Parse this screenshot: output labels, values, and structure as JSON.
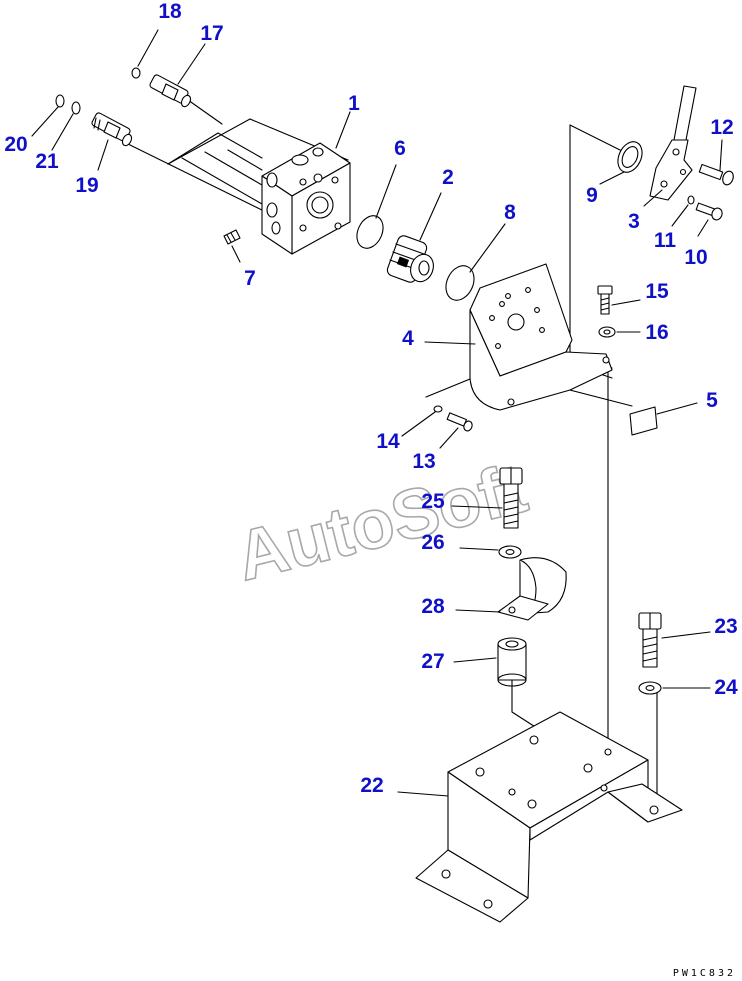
{
  "colors": {
    "callout": "#1010c8",
    "line": "#000000",
    "background": "#ffffff",
    "watermark": "#a8a8a8"
  },
  "drawing": {
    "code": "PW1C832",
    "watermark": "AutoSoft"
  },
  "callouts": [
    {
      "id": "c1",
      "text": "1"
    },
    {
      "id": "c2",
      "text": "2"
    },
    {
      "id": "c3",
      "text": "3"
    },
    {
      "id": "c4",
      "text": "4"
    },
    {
      "id": "c5",
      "text": "5"
    },
    {
      "id": "c6",
      "text": "6"
    },
    {
      "id": "c7",
      "text": "7"
    },
    {
      "id": "c8",
      "text": "8"
    },
    {
      "id": "c9",
      "text": "9"
    },
    {
      "id": "c10",
      "text": "10"
    },
    {
      "id": "c11",
      "text": "11"
    },
    {
      "id": "c12",
      "text": "12"
    },
    {
      "id": "c13",
      "text": "13"
    },
    {
      "id": "c14",
      "text": "14"
    },
    {
      "id": "c15",
      "text": "15"
    },
    {
      "id": "c16",
      "text": "16"
    },
    {
      "id": "c17",
      "text": "17"
    },
    {
      "id": "c18",
      "text": "18"
    },
    {
      "id": "c19",
      "text": "19"
    },
    {
      "id": "c20",
      "text": "20"
    },
    {
      "id": "c21",
      "text": "21"
    },
    {
      "id": "c22",
      "text": "22"
    },
    {
      "id": "c23",
      "text": "23"
    },
    {
      "id": "c24",
      "text": "24"
    },
    {
      "id": "c25",
      "text": "25"
    },
    {
      "id": "c26",
      "text": "26"
    },
    {
      "id": "c27",
      "text": "27"
    },
    {
      "id": "c28",
      "text": "28"
    }
  ]
}
